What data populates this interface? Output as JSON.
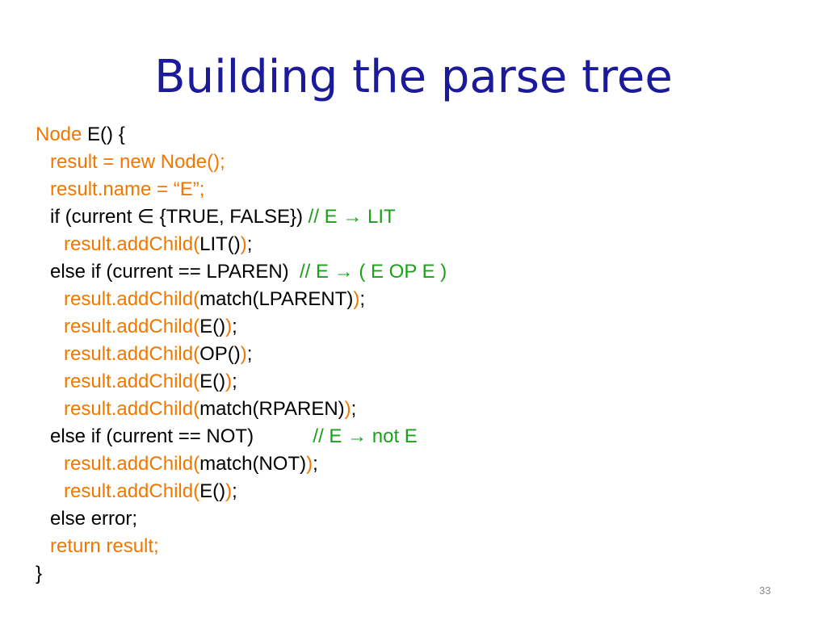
{
  "slide": {
    "title": "Building the parse tree",
    "page_number": "33"
  },
  "code_lines": [
    {
      "indent": 0,
      "tokens": [
        {
          "text": "Node ",
          "color": "orange"
        },
        {
          "text": "E() {",
          "color": "black"
        }
      ]
    },
    {
      "indent": 1,
      "tokens": [
        {
          "text": "result = new Node();",
          "color": "orange"
        }
      ]
    },
    {
      "indent": 1,
      "tokens": [
        {
          "text": "result.name = “E”;",
          "color": "orange"
        }
      ]
    },
    {
      "indent": 1,
      "tokens": [
        {
          "text": "if (current ∈ {TRUE, FALSE}) ",
          "color": "black"
        },
        {
          "text": "// E → LIT",
          "color": "green"
        }
      ]
    },
    {
      "indent": 2,
      "tokens": [
        {
          "text": "result.addChild(",
          "color": "orange"
        },
        {
          "text": "LIT()",
          "color": "black"
        },
        {
          "text": ")",
          "color": "orange"
        },
        {
          "text": ";",
          "color": "black"
        }
      ]
    },
    {
      "indent": 1,
      "tokens": [
        {
          "text": "else if (current == LPAREN)  ",
          "color": "black"
        },
        {
          "text": "// E → ( E OP E )",
          "color": "green"
        }
      ]
    },
    {
      "indent": 2,
      "tokens": [
        {
          "text": "result.addChild(",
          "color": "orange"
        },
        {
          "text": "match(LPARENT)",
          "color": "black"
        },
        {
          "text": ")",
          "color": "orange"
        },
        {
          "text": ";",
          "color": "black"
        }
      ]
    },
    {
      "indent": 2,
      "tokens": [
        {
          "text": "result.addChild(",
          "color": "orange"
        },
        {
          "text": "E()",
          "color": "black"
        },
        {
          "text": ")",
          "color": "orange"
        },
        {
          "text": ";",
          "color": "black"
        }
      ]
    },
    {
      "indent": 2,
      "tokens": [
        {
          "text": "result.addChild(",
          "color": "orange"
        },
        {
          "text": "OP()",
          "color": "black"
        },
        {
          "text": ")",
          "color": "orange"
        },
        {
          "text": ";",
          "color": "black"
        }
      ]
    },
    {
      "indent": 2,
      "tokens": [
        {
          "text": "result.addChild(",
          "color": "orange"
        },
        {
          "text": "E()",
          "color": "black"
        },
        {
          "text": ")",
          "color": "orange"
        },
        {
          "text": ";",
          "color": "black"
        }
      ]
    },
    {
      "indent": 2,
      "tokens": [
        {
          "text": "result.addChild(",
          "color": "orange"
        },
        {
          "text": "match(RPAREN)",
          "color": "black"
        },
        {
          "text": ")",
          "color": "orange"
        },
        {
          "text": ";",
          "color": "black"
        }
      ]
    },
    {
      "indent": 1,
      "tokens": [
        {
          "text": "else if (current == NOT)           ",
          "color": "black"
        },
        {
          "text": "// E → not E",
          "color": "green"
        }
      ]
    },
    {
      "indent": 2,
      "tokens": [
        {
          "text": "result.addChild(",
          "color": "orange"
        },
        {
          "text": "match(NOT)",
          "color": "black"
        },
        {
          "text": ")",
          "color": "orange"
        },
        {
          "text": ";",
          "color": "black"
        }
      ]
    },
    {
      "indent": 2,
      "tokens": [
        {
          "text": "result.addChild(",
          "color": "orange"
        },
        {
          "text": "E()",
          "color": "black"
        },
        {
          "text": ")",
          "color": "orange"
        },
        {
          "text": ";",
          "color": "black"
        }
      ]
    },
    {
      "indent": 1,
      "tokens": [
        {
          "text": "else error;",
          "color": "black"
        }
      ]
    },
    {
      "indent": 1,
      "tokens": [
        {
          "text": "return result;",
          "color": "orange"
        }
      ]
    },
    {
      "indent": 0,
      "tokens": [
        {
          "text": "}",
          "color": "black"
        }
      ]
    }
  ],
  "colors": {
    "title": "#1a1a9a",
    "orange": "#f07800",
    "black": "#000000",
    "green": "#1aa01a",
    "page_number": "#8c8c8c"
  }
}
